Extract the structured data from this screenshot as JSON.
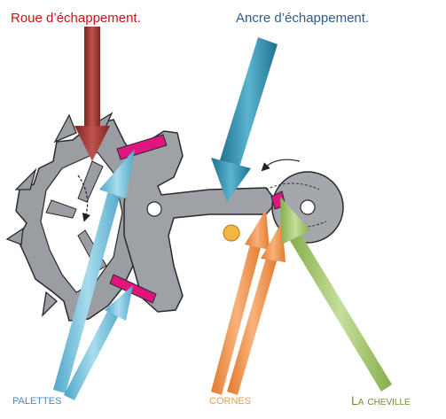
{
  "labels": {
    "roue": "Roue d’échappement.",
    "ancre": "Ancre d’échappement.",
    "palettes": "PALETTES",
    "cornes": "CORNES",
    "cheville": "La cheville"
  },
  "colors": {
    "roue_label": "#cc1111",
    "ancre_label": "#2e5d8e",
    "palettes_label": "#3f8fc0",
    "cornes_label": "#e8a33a",
    "cheville_label": "#6f8f2a",
    "wheel_fill": "#9a9ea3",
    "anchor_fill": "#9ea2a7",
    "pallet_fill": "#e0157e",
    "roller_fill": "#a4a8ac",
    "jewel_fill": "#f2b642",
    "arrow_red": "#a13a36",
    "arrow_blue_dark": "#2e8fb0",
    "arrow_blue_light": "#7ac3dd",
    "arrow_orange": "#f0924b",
    "arrow_green": "#9fc26b"
  }
}
